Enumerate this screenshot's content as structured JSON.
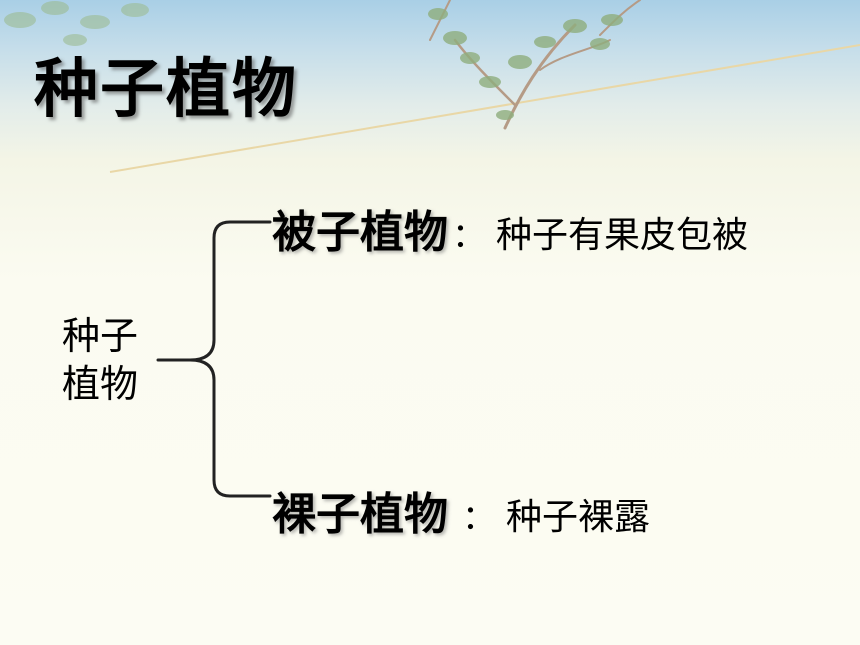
{
  "slide": {
    "title": "种子植物",
    "side_label": [
      "种子",
      "植物"
    ],
    "branches": [
      {
        "term": "被子植物",
        "colon": "：",
        "description": "种子有果皮包被"
      },
      {
        "term": "裸子植物",
        "colon": "：",
        "description": "种子裸露"
      }
    ]
  },
  "colors": {
    "sky_top": "#a9cfe6",
    "page_background": "#fcfcf3",
    "text": "#000000",
    "brace_line": "#222222"
  }
}
